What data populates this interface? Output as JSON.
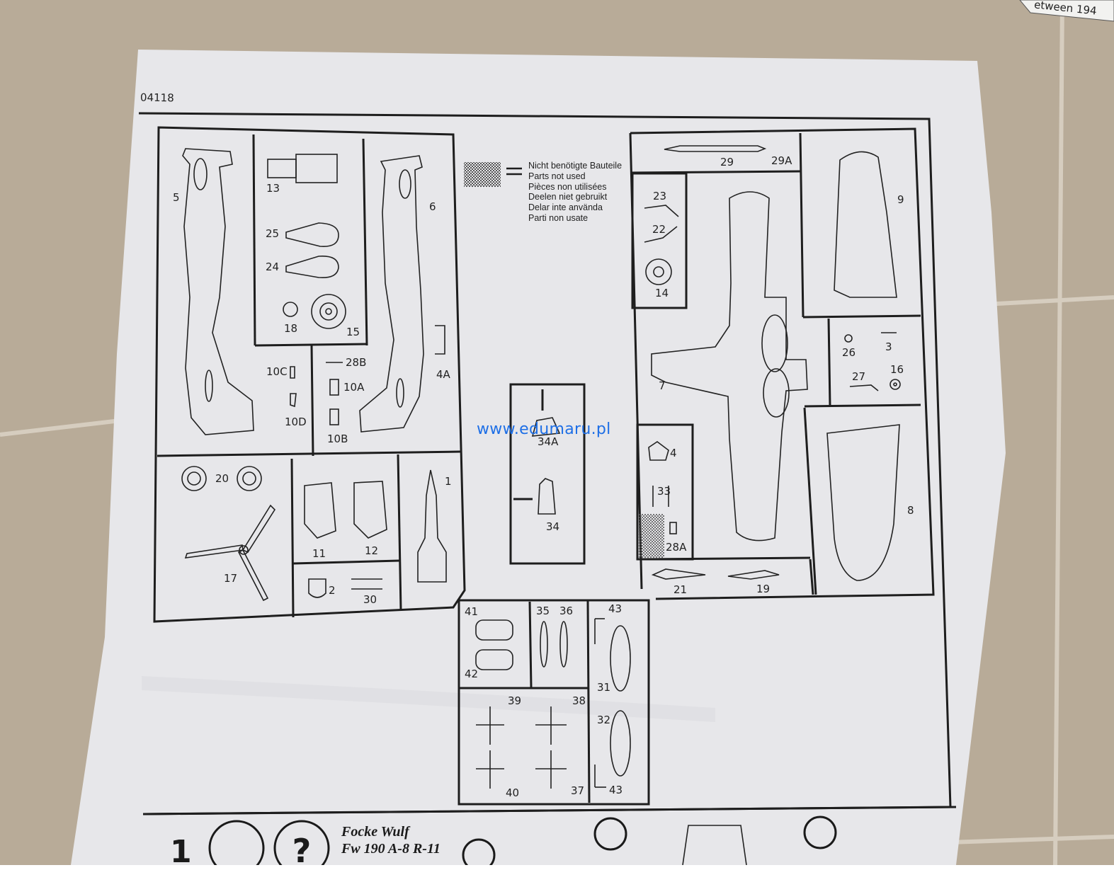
{
  "sheet": {
    "doc_number": "04118",
    "corner_text": "etween 194",
    "watermark": "www.edumaru.pl"
  },
  "legend": {
    "lines": [
      "Nicht benötigte Bauteile",
      "Parts not used",
      "Pièces non utilisées",
      "Deelen niet gebruikt",
      "Delar inte använda",
      "Parti non usate"
    ]
  },
  "parts": {
    "p5": "5",
    "p6": "6",
    "p13": "13",
    "p25": "25",
    "p24": "24",
    "p18": "18",
    "p15": "15",
    "p10c": "10C",
    "p10d": "10D",
    "p28b": "28B",
    "p10a": "10A",
    "p10b": "10B",
    "p4a": "4A",
    "p20": "20",
    "p17": "17",
    "p11": "11",
    "p12": "12",
    "p2": "2",
    "p30": "30",
    "p1": "1",
    "p34a": "34A",
    "p34": "34",
    "p29": "29",
    "p29a": "29A",
    "p23": "23",
    "p22": "22",
    "p14": "14",
    "p9": "9",
    "p7": "7",
    "p26": "26",
    "p3": "3",
    "p27": "27",
    "p16": "16",
    "p8": "8",
    "p4": "4",
    "p33": "33",
    "p28a": "28A",
    "p21": "21",
    "p19": "19",
    "p41": "41",
    "p42": "42",
    "p35": "35",
    "p36": "36",
    "p43a": "43",
    "p31": "31",
    "p32": "32",
    "p43b": "43",
    "p39": "39",
    "p38": "38",
    "p40": "40",
    "p37": "37"
  },
  "instruction": {
    "step_number": "1",
    "title_line1": "Focke Wulf",
    "title_line2": "Fw 190 A-8 R-11"
  },
  "icons": [
    "lamp-icon",
    "question-icon",
    "paint-brush-icon"
  ],
  "colors": {
    "paper": "#e6e6e8",
    "ink": "#1f1f1f",
    "floor": "#b9ab98",
    "watermark": "#1e6fe6"
  }
}
